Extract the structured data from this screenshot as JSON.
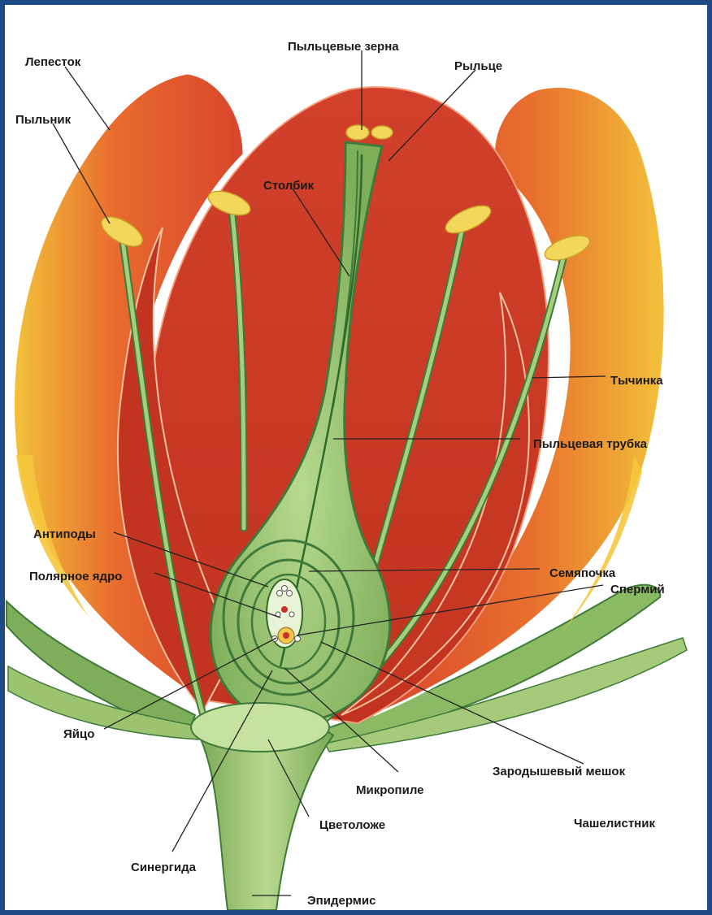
{
  "labels": {
    "petal": "Лепесток",
    "anther": "Пыльник",
    "pollen_grains": "Пыльцевые зерна",
    "stigma": "Рыльце",
    "style": "Столбик",
    "stamen": "Тычинка",
    "pollen_tube": "Пыльцевая трубка",
    "antipodes": "Антиподы",
    "polar_nucleus": "Полярное ядро",
    "ovule": "Семяпочка",
    "sperm": "Спермий",
    "egg": "Яйцо",
    "embryo_sac": "Зародышевый мешок",
    "micropyle": "Микропиле",
    "receptacle": "Цветоложе",
    "sepal": "Чашелистник",
    "synergid": "Синергида",
    "epidermis": "Эпидермис"
  },
  "colors": {
    "frame": "#1e4b86",
    "petal_red": "#d8452c",
    "petal_dark": "#b92c1c",
    "petal_yellow": "#f2c23a",
    "green": "#8fbf63",
    "green_dark": "#3f7a3a",
    "anther_yellow": "#f3d75c"
  }
}
